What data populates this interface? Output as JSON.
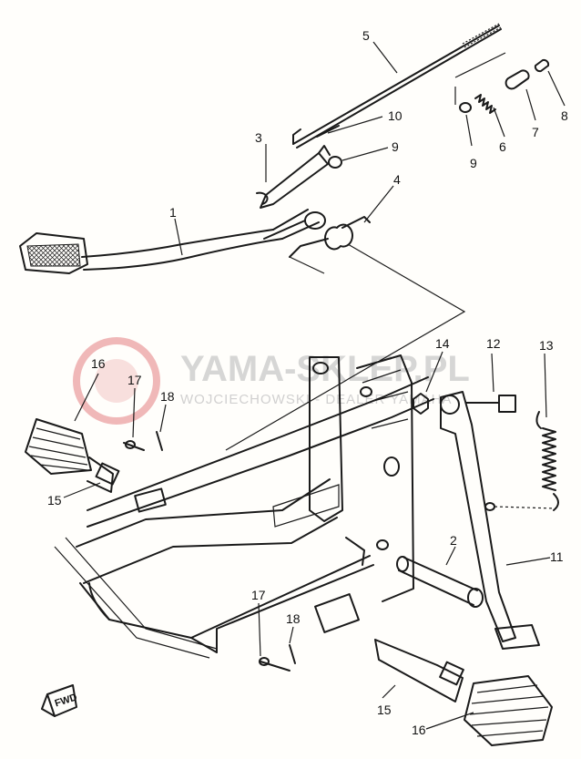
{
  "watermark": {
    "brand": "YAMA-SKLEP.PL",
    "subtitle": "WOJCIECHOWSKI - DEALER YAMAHA"
  },
  "direction_marker": "FWD",
  "callouts": [
    {
      "id": "c1",
      "label": "1"
    },
    {
      "id": "c2",
      "label": "2"
    },
    {
      "id": "c3",
      "label": "3"
    },
    {
      "id": "c4",
      "label": "4"
    },
    {
      "id": "c5",
      "label": "5"
    },
    {
      "id": "c6",
      "label": "6"
    },
    {
      "id": "c7",
      "label": "7"
    },
    {
      "id": "c8",
      "label": "8"
    },
    {
      "id": "c9a",
      "label": "9"
    },
    {
      "id": "c9b",
      "label": "9"
    },
    {
      "id": "c10",
      "label": "10"
    },
    {
      "id": "c11",
      "label": "11"
    },
    {
      "id": "c12",
      "label": "12"
    },
    {
      "id": "c13",
      "label": "13"
    },
    {
      "id": "c14",
      "label": "14"
    },
    {
      "id": "c15a",
      "label": "15"
    },
    {
      "id": "c15b",
      "label": "15"
    },
    {
      "id": "c16a",
      "label": "16"
    },
    {
      "id": "c16b",
      "label": "16"
    },
    {
      "id": "c17a",
      "label": "17"
    },
    {
      "id": "c17b",
      "label": "17"
    },
    {
      "id": "c18a",
      "label": "18"
    },
    {
      "id": "c18b",
      "label": "18"
    }
  ]
}
